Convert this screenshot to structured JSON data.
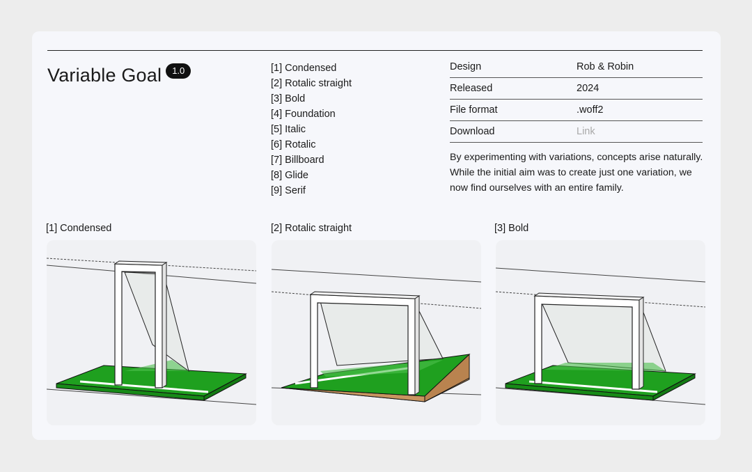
{
  "header": {
    "title": "Variable Goal",
    "version": "1.0"
  },
  "styles": [
    "[1] Condensed",
    "[2] Rotalic straight",
    "[3] Bold",
    "[4] Foundation",
    "[5] Italic",
    "[6] Rotalic",
    "[7] Billboard",
    "[8] Glide",
    "[9] Serif"
  ],
  "meta": {
    "design_label": "Design",
    "design_value": "Rob & Robin",
    "released_label": "Released",
    "released_value": "2024",
    "format_label": "File format",
    "format_value": ".woff2",
    "download_label": "Download",
    "download_value": "Link"
  },
  "description": "By experimenting with variations, concepts arise naturally. While the initial aim was to create just one variation, we now find ourselves with an entire family.",
  "panels": [
    {
      "label": "[1] Condensed"
    },
    {
      "label": "[2] Rotalic straight"
    },
    {
      "label": "[3] Bold"
    }
  ],
  "colors": {
    "pitch_green": "#1fa01f",
    "dirt": "#d2a06e",
    "card_bg": "#f6f7fb"
  },
  "icons": [
    "goal-condensed-illustration",
    "goal-rotalic-straight-illustration",
    "goal-bold-illustration"
  ]
}
